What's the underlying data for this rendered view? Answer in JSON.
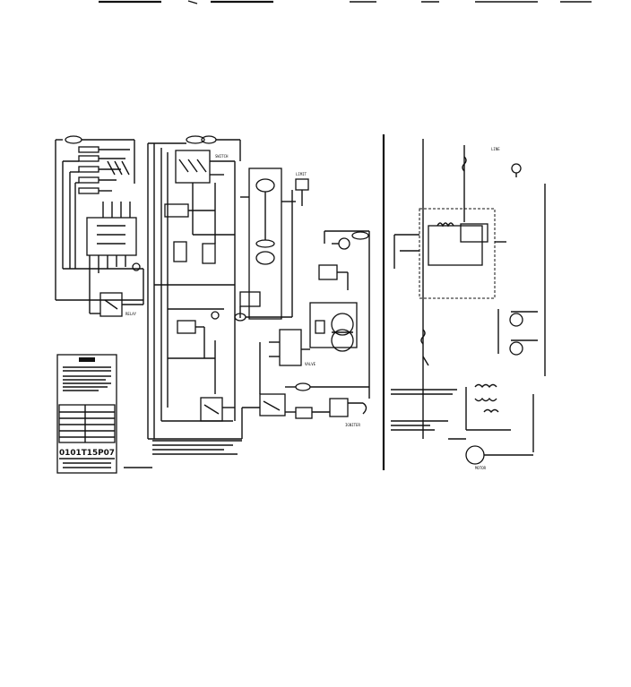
{
  "diagram": {
    "type": "wiring-schematic",
    "panels": [
      "wiring-diagram",
      "schematic"
    ],
    "label_block": {
      "part_number": "0101T15P07"
    }
  }
}
